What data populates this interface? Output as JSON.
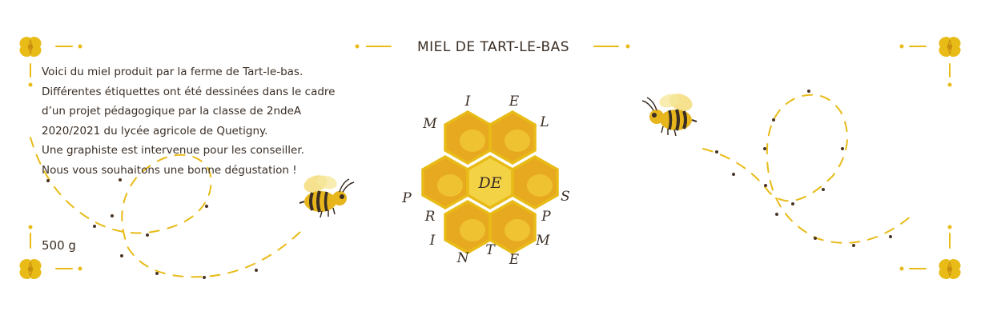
{
  "label": {
    "title": "MIEL DE TART-LE-BAS",
    "description": [
      "Voici du miel produit par la ferme de Tart-le-bas.",
      "Différentes étiquettes ont été dessinées dans le cadre",
      "d’un projet pédagogique par la classe de 2ndeA",
      "2020/2021 du lycée agricole de Quetigny.",
      "Une graphiste est intervenue pour les conseiller.",
      "Nous vous souhaitons une bonne dégustation !"
    ],
    "weight": "500 g",
    "logo": {
      "top_letters": [
        "M",
        "I",
        "E",
        "L"
      ],
      "center_word": "DE",
      "ring_letters": [
        "P",
        "R",
        "I",
        "N",
        "T",
        "E",
        "M",
        "P",
        "S"
      ]
    }
  },
  "colors": {
    "gold": "#e8bb17",
    "gold_dark": "#d9a416",
    "honey": "#e7a920",
    "ink": "#3a2e25"
  },
  "icons": [
    "flower-icon",
    "bee-icon",
    "honeycomb-logo"
  ]
}
